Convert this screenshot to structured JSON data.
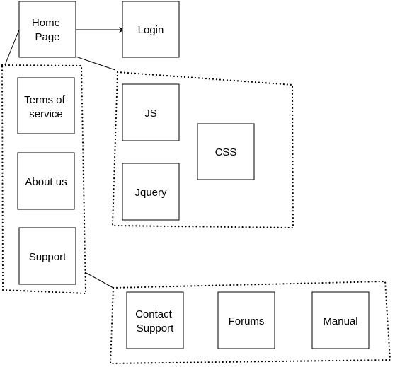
{
  "nodes": {
    "home": [
      "Home",
      "Page"
    ],
    "login": [
      "Login"
    ],
    "terms": [
      "Terms of",
      "service"
    ],
    "about": [
      "About us"
    ],
    "support": [
      "Support"
    ],
    "js": [
      "JS"
    ],
    "css": [
      "CSS"
    ],
    "jquery": [
      "Jquery"
    ],
    "contact": [
      "Contact",
      "Support"
    ],
    "forums": [
      "Forums"
    ],
    "manual": [
      "Manual"
    ]
  },
  "colors": {
    "stroke": "#000000",
    "fill": "#ffffff",
    "text": "#000000"
  }
}
